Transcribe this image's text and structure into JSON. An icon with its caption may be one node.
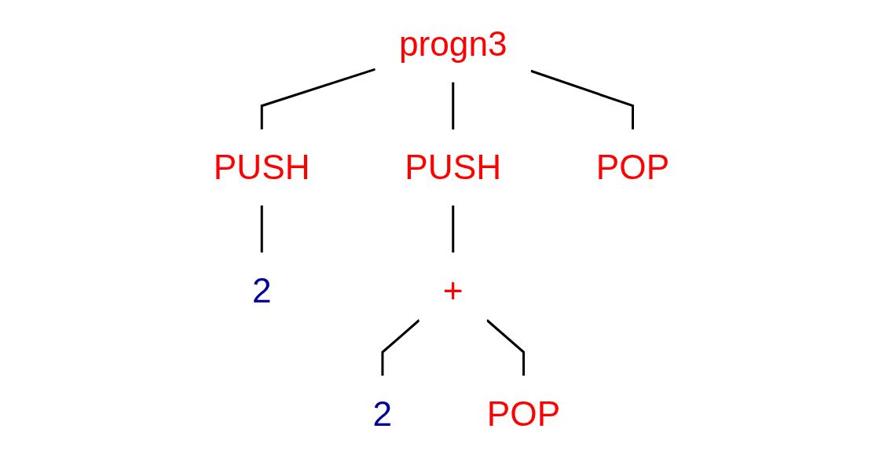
{
  "diagram": {
    "nodes": [
      {
        "text": [
          "progn3"
        ]
      },
      {
        "text": [
          "PUSH"
        ]
      },
      {
        "text": [
          "PUSH"
        ]
      },
      {
        "text": [
          "POP"
        ]
      },
      {
        "text": [
          "2"
        ]
      },
      {
        "text": [
          "+"
        ]
      },
      {
        "text": [
          "2"
        ]
      },
      {
        "text": [
          "POP"
        ]
      }
    ],
    "edges": [
      {
        "from": 0,
        "to": 1,
        "arrow": "none"
      },
      {
        "from": 0,
        "to": 2,
        "arrow": "none"
      },
      {
        "from": 0,
        "to": 3,
        "arrow": "none"
      },
      {
        "from": 1,
        "to": 4,
        "arrow": "none"
      },
      {
        "from": 2,
        "to": 5,
        "arrow": "none"
      },
      {
        "from": 5,
        "to": 6,
        "arrow": "none"
      },
      {
        "from": 5,
        "to": 7,
        "arrow": "none"
      }
    ]
  }
}
